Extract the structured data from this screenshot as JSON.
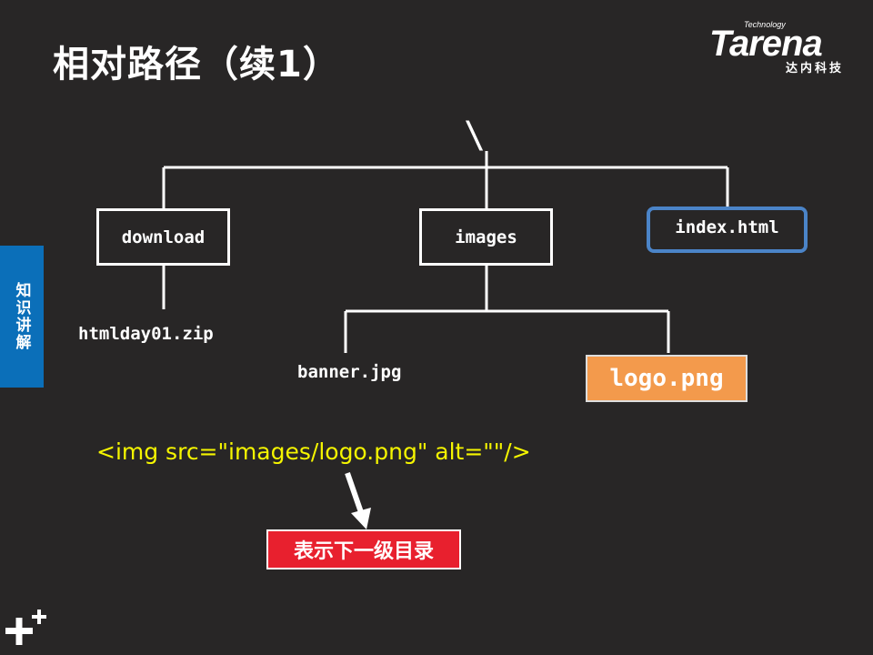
{
  "slide": {
    "title": "相对路径（续1）"
  },
  "brand": {
    "tagline": "Technology",
    "name": "Tarena",
    "chinese_name": "达内科技"
  },
  "side_tab": {
    "label": "知识讲解"
  },
  "tree": {
    "root": "\\",
    "folders": [
      "download",
      "images"
    ],
    "file_root": "index.html",
    "download_child": "htmlday01.zip",
    "images_children": [
      "banner.jpg",
      "logo.png"
    ]
  },
  "code_line": "<img src=\"images/logo.png\" alt=\"\"/>",
  "annotation": "表示下一级目录",
  "colors": {
    "background": "#282626",
    "highlight_blue": "#4b84c8",
    "highlight_orange": "#f39a4c",
    "code_yellow": "#f5f500",
    "note_red": "#e8202e",
    "tab_blue": "#0b6fb9"
  },
  "icons": {
    "corner": "plus-icon"
  }
}
